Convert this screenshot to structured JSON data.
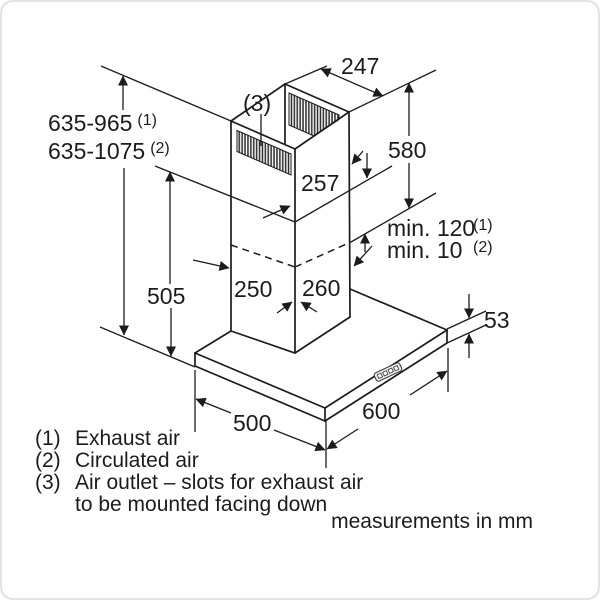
{
  "colors": {
    "line": "#1c1c1c",
    "background": "#ffffff"
  },
  "dims": {
    "top_width": "247",
    "outlet_ref": "(3)",
    "upper_chimney_height": "580",
    "chimney_section": "257",
    "total_height_range_1": "635-965",
    "total_height_range_1_ref": "(1)",
    "total_height_range_2": "635-1075",
    "total_height_range_2_ref": "(2)",
    "min_clearance_1": "min. 120",
    "min_clearance_1_ref": "(1)",
    "min_clearance_2": "min. 10",
    "min_clearance_2_ref": "(2)",
    "wall_height": "505",
    "chimney_depth": "250",
    "chimney_width": "260",
    "hood_body_height": "53",
    "hood_depth": "500",
    "hood_width": "600"
  },
  "legend": {
    "items": [
      {
        "marker": "(1)",
        "text": "Exhaust air"
      },
      {
        "marker": "(2)",
        "text": "Circulated air"
      },
      {
        "marker": "(3)",
        "text": "Air outlet – slots for exhaust air",
        "text2": "to be mounted facing down"
      }
    ],
    "note": "measurements in mm"
  }
}
